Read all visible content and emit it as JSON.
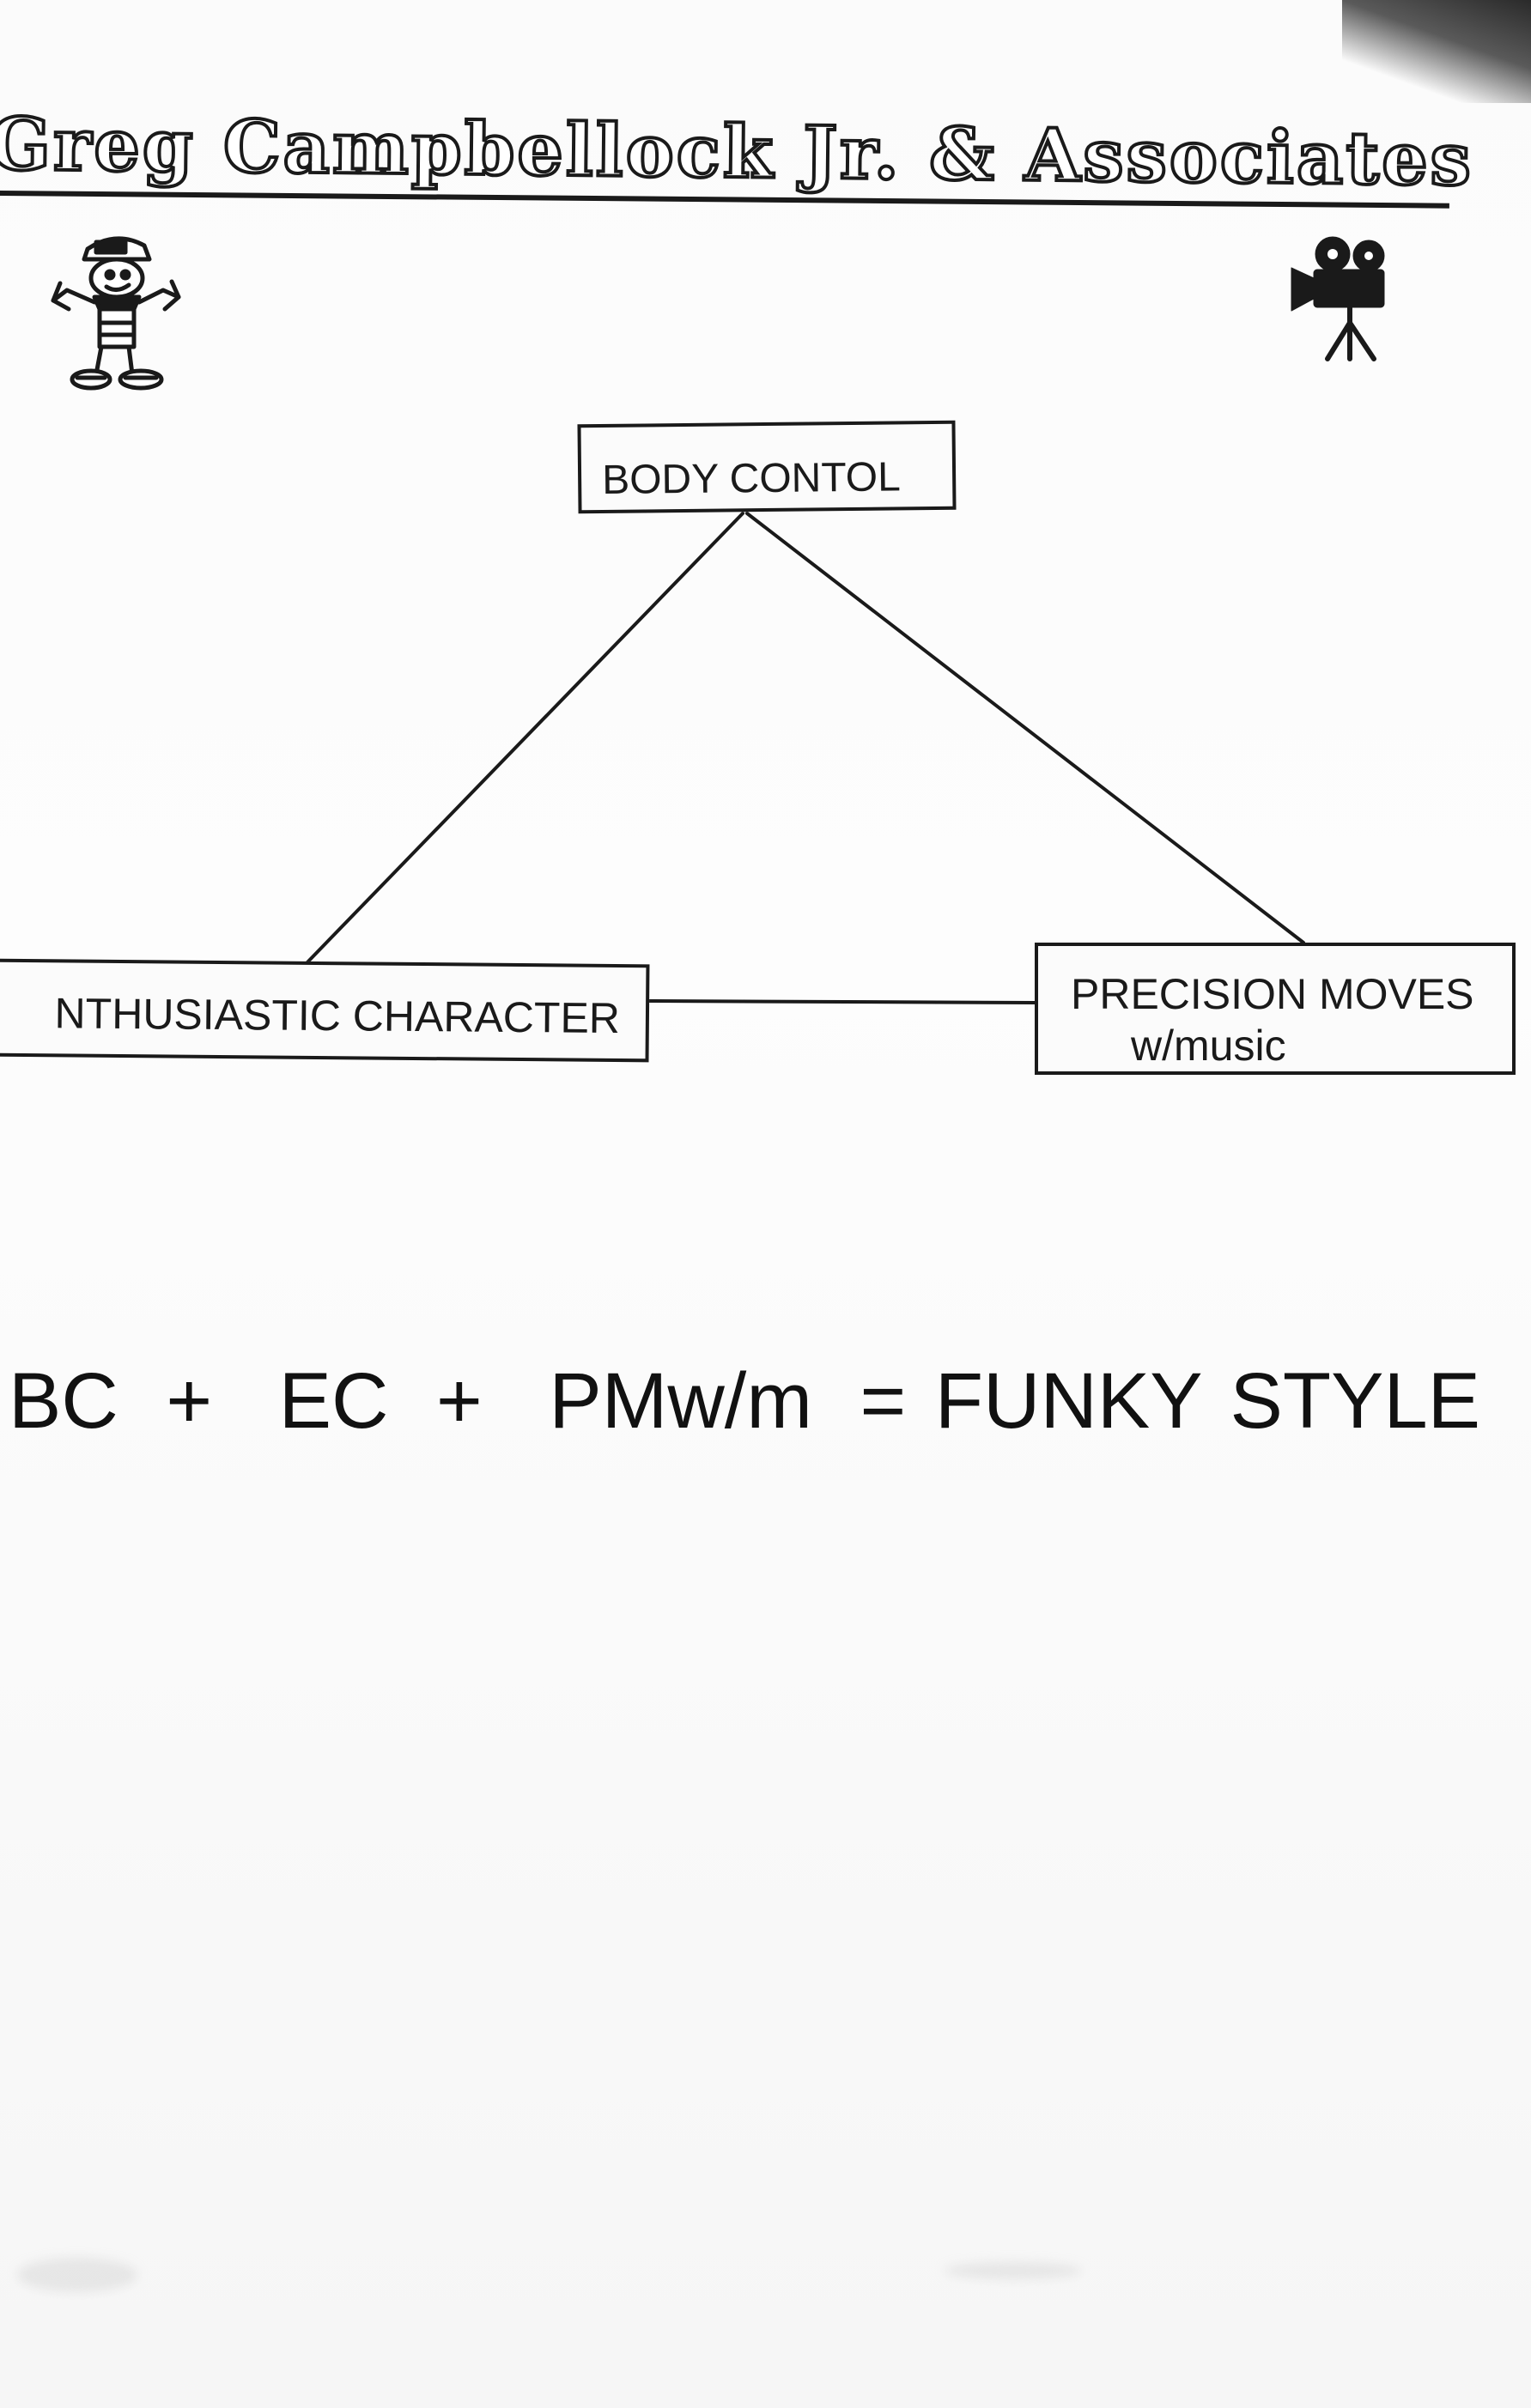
{
  "header": {
    "title": "Greg Campbellock Jr. & Associates"
  },
  "icons": {
    "left": "cartoon-mascot-icon",
    "right": "film-camera-icon"
  },
  "diagram": {
    "nodes": {
      "top": "BODY CONTOL",
      "left": "NTHUSIASTIC CHARACTER",
      "right_line1": "PRECISION MOVES",
      "right_line2": "w/music"
    }
  },
  "equation": {
    "term1": "BC",
    "op1": "+",
    "term2": "EC",
    "op2": "+",
    "term3": "PMw/m",
    "result": "= FUNKY STYLE"
  },
  "colors": {
    "ink": "#1a1a1a",
    "paper": "#fbfbfb"
  }
}
